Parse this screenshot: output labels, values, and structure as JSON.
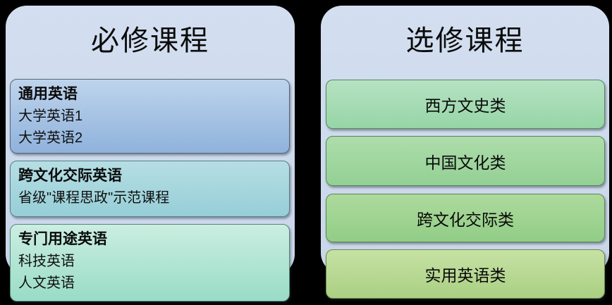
{
  "canvas": {
    "background": "#000000"
  },
  "left_panel": {
    "title": "必修课程",
    "panel_colors": {
      "top": "#d3dff0",
      "bottom": "#c9d6ea"
    },
    "boxes": [
      {
        "header": "通用英语",
        "lines": [
          "大学英语1",
          "大学英语2"
        ],
        "colors": {
          "top": "#bed4ec",
          "bottom": "#8fb2dc",
          "border": "#56647a"
        }
      },
      {
        "header": "跨文化交际英语",
        "lines": [
          "省级\"课程思政\"示范课程"
        ],
        "colors": {
          "top": "#b6dee4",
          "bottom": "#96ced7",
          "border": "#567f89"
        }
      },
      {
        "header": "专门用途英语",
        "lines": [
          "科技英语",
          "人文英语"
        ],
        "colors": {
          "top": "#cbeee1",
          "bottom": "#99dcc6",
          "border": "#55897a"
        }
      }
    ]
  },
  "right_panel": {
    "title": "选修课程",
    "panel_colors": {
      "top": "#d3dff0",
      "bottom": "#c9d6ea"
    },
    "items": [
      {
        "label": "西方文史类",
        "colors": {
          "top": "#b6e2c3",
          "bottom": "#96d5a6",
          "border": "#568760"
        }
      },
      {
        "label": "中国文化类",
        "colors": {
          "top": "#aeddab",
          "bottom": "#93d095",
          "border": "#568756"
        }
      },
      {
        "label": "跨文化交际类",
        "colors": {
          "top": "#aeda9d",
          "bottom": "#91cd86",
          "border": "#5a874f"
        }
      },
      {
        "label": "实用英语类",
        "colors": {
          "top": "#c6e2a4",
          "bottom": "#aacf83",
          "border": "#6c8749"
        }
      }
    ]
  }
}
